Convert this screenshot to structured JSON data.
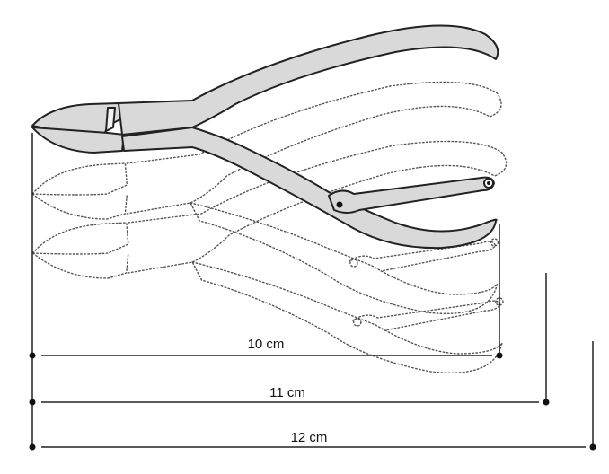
{
  "figure": {
    "subject": "side cutting pliers with three lengths",
    "measurements": [
      {
        "label": "10 cm",
        "value_cm": 10
      },
      {
        "label": "11 cm",
        "value_cm": 11
      },
      {
        "label": "12 cm",
        "value_cm": 12
      }
    ]
  }
}
